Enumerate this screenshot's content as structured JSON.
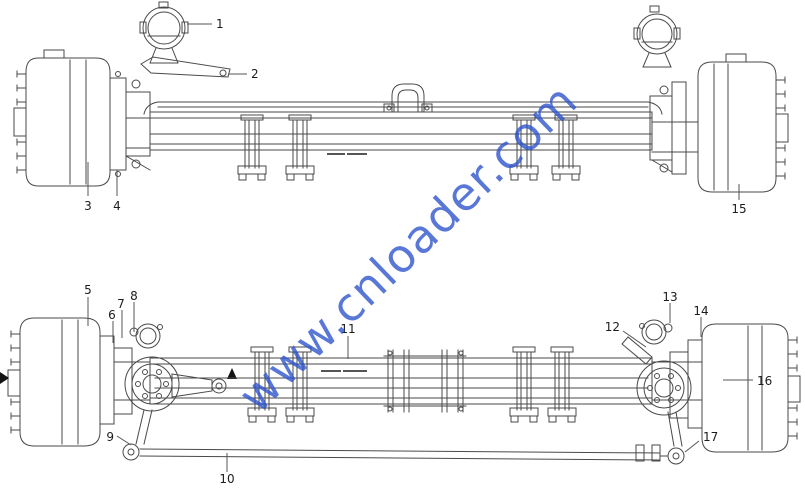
{
  "watermark": {
    "text": "www.cnloader.com"
  },
  "colors": {
    "line": "#4a4a4a",
    "watermark": "#2b52cc",
    "callout_text": "#1c1c1c"
  },
  "callouts": {
    "labels": [
      "1",
      "2",
      "3",
      "4",
      "5",
      "6",
      "7",
      "8",
      "9",
      "10",
      "11",
      "12",
      "13",
      "14",
      "15",
      "16",
      "17"
    ]
  }
}
